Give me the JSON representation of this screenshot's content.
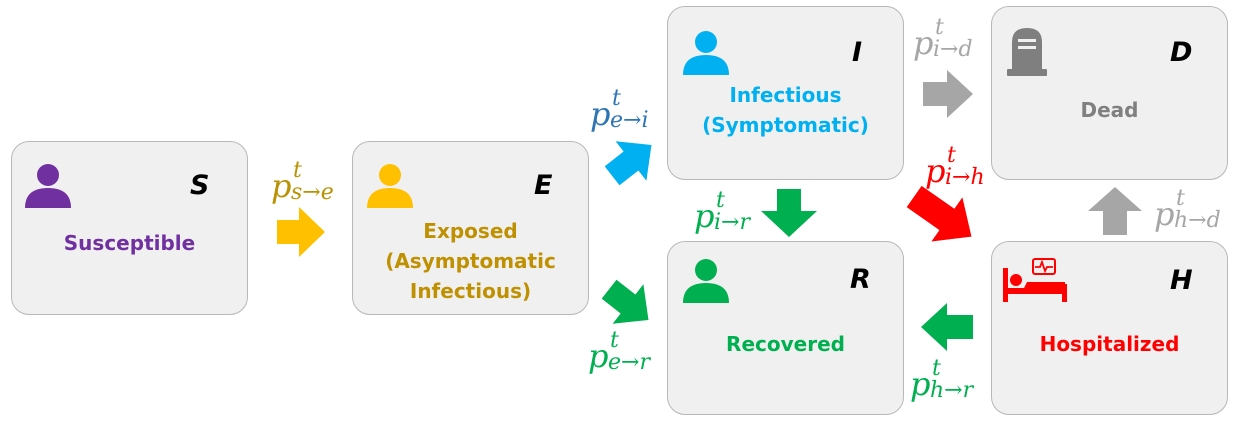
{
  "colors": {
    "susceptible": "#7030a0",
    "exposed": "#ffc000",
    "exposed_text": "#bf9000",
    "exposed_prob": "#b89200",
    "infectious": "#00b0f0",
    "infectious_prob": "#2e75b6",
    "recovered": "#00b050",
    "hospitalized": "#ff0000",
    "dead": "#a6a6a6",
    "dead_icon": "#7f7f7f",
    "dead_text": "#808080"
  },
  "states": {
    "susceptible": {
      "letter": "S",
      "lines": [
        "Susceptible"
      ],
      "icon": "person-icon"
    },
    "exposed": {
      "letter": "E",
      "lines": [
        "Exposed",
        "(Asymptomatic",
        "Infectious)"
      ],
      "icon": "person-icon"
    },
    "infectious": {
      "letter": "I",
      "lines": [
        "Infectious",
        "(Symptomatic)"
      ],
      "icon": "person-icon"
    },
    "dead": {
      "letter": "D",
      "lines": [
        "Dead"
      ],
      "icon": "tombstone-icon"
    },
    "recovered": {
      "letter": "R",
      "lines": [
        "Recovered"
      ],
      "icon": "person-icon"
    },
    "hospitalized": {
      "letter": "H",
      "lines": [
        "Hospitalized"
      ],
      "icon": "hospital-bed-icon"
    }
  },
  "transitions": {
    "s_e": {
      "p": "p",
      "sup": "t",
      "sub": "s→e"
    },
    "e_i": {
      "p": "p",
      "sup": "t",
      "sub": "e→i"
    },
    "e_r": {
      "p": "p",
      "sup": "t",
      "sub": "e→r"
    },
    "i_d": {
      "p": "p",
      "sup": "t",
      "sub": "i→d"
    },
    "i_r": {
      "p": "p",
      "sup": "t",
      "sub": "i→r"
    },
    "i_h": {
      "p": "p",
      "sup": "t",
      "sub": "i→h"
    },
    "h_d": {
      "p": "p",
      "sup": "t",
      "sub": "h→d"
    },
    "h_r": {
      "p": "p",
      "sup": "t",
      "sub": "h→r"
    }
  }
}
